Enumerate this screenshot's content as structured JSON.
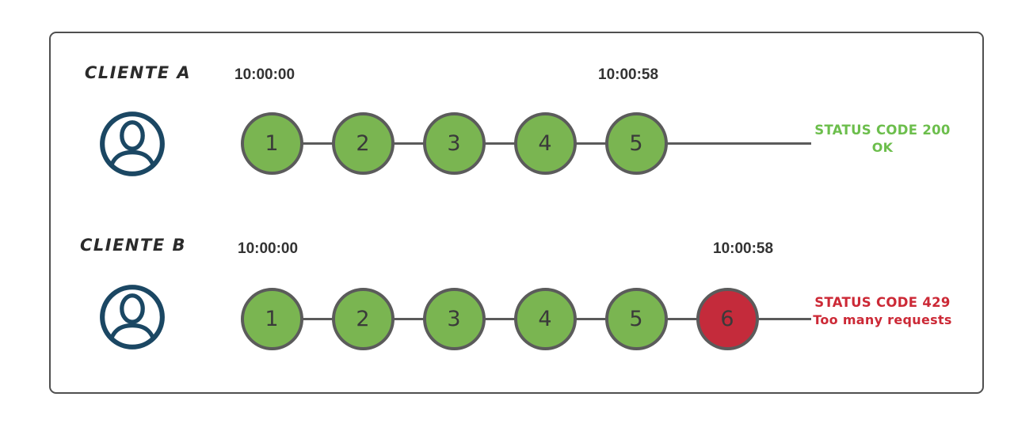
{
  "diagram": {
    "rows": [
      {
        "client_label": "CLIENTE A",
        "start_time": "10:00:00",
        "end_time": "10:00:58",
        "requests": [
          {
            "label": "1",
            "status": "ok"
          },
          {
            "label": "2",
            "status": "ok"
          },
          {
            "label": "3",
            "status": "ok"
          },
          {
            "label": "4",
            "status": "ok"
          },
          {
            "label": "5",
            "status": "ok"
          }
        ],
        "status_code_line": "STATUS CODE 200",
        "status_message": "OK",
        "status_type": "success"
      },
      {
        "client_label": "CLIENTE B",
        "start_time": "10:00:00",
        "end_time": "10:00:58",
        "requests": [
          {
            "label": "1",
            "status": "ok"
          },
          {
            "label": "2",
            "status": "ok"
          },
          {
            "label": "3",
            "status": "ok"
          },
          {
            "label": "4",
            "status": "ok"
          },
          {
            "label": "5",
            "status": "ok"
          },
          {
            "label": "6",
            "status": "blocked"
          }
        ],
        "status_code_line": "STATUS CODE 429",
        "status_message": "Too many requests",
        "status_type": "error"
      }
    ],
    "colors": {
      "request_ok_fill": "#7ab551",
      "request_blocked_fill": "#c42b3b",
      "circle_border": "#5b5b5b",
      "connector_line": "#5a5a5a",
      "success_text": "#6cbe4c",
      "error_text": "#cc2936",
      "avatar_stroke": "#1b4763",
      "box_border": "#4f4f4f"
    }
  }
}
